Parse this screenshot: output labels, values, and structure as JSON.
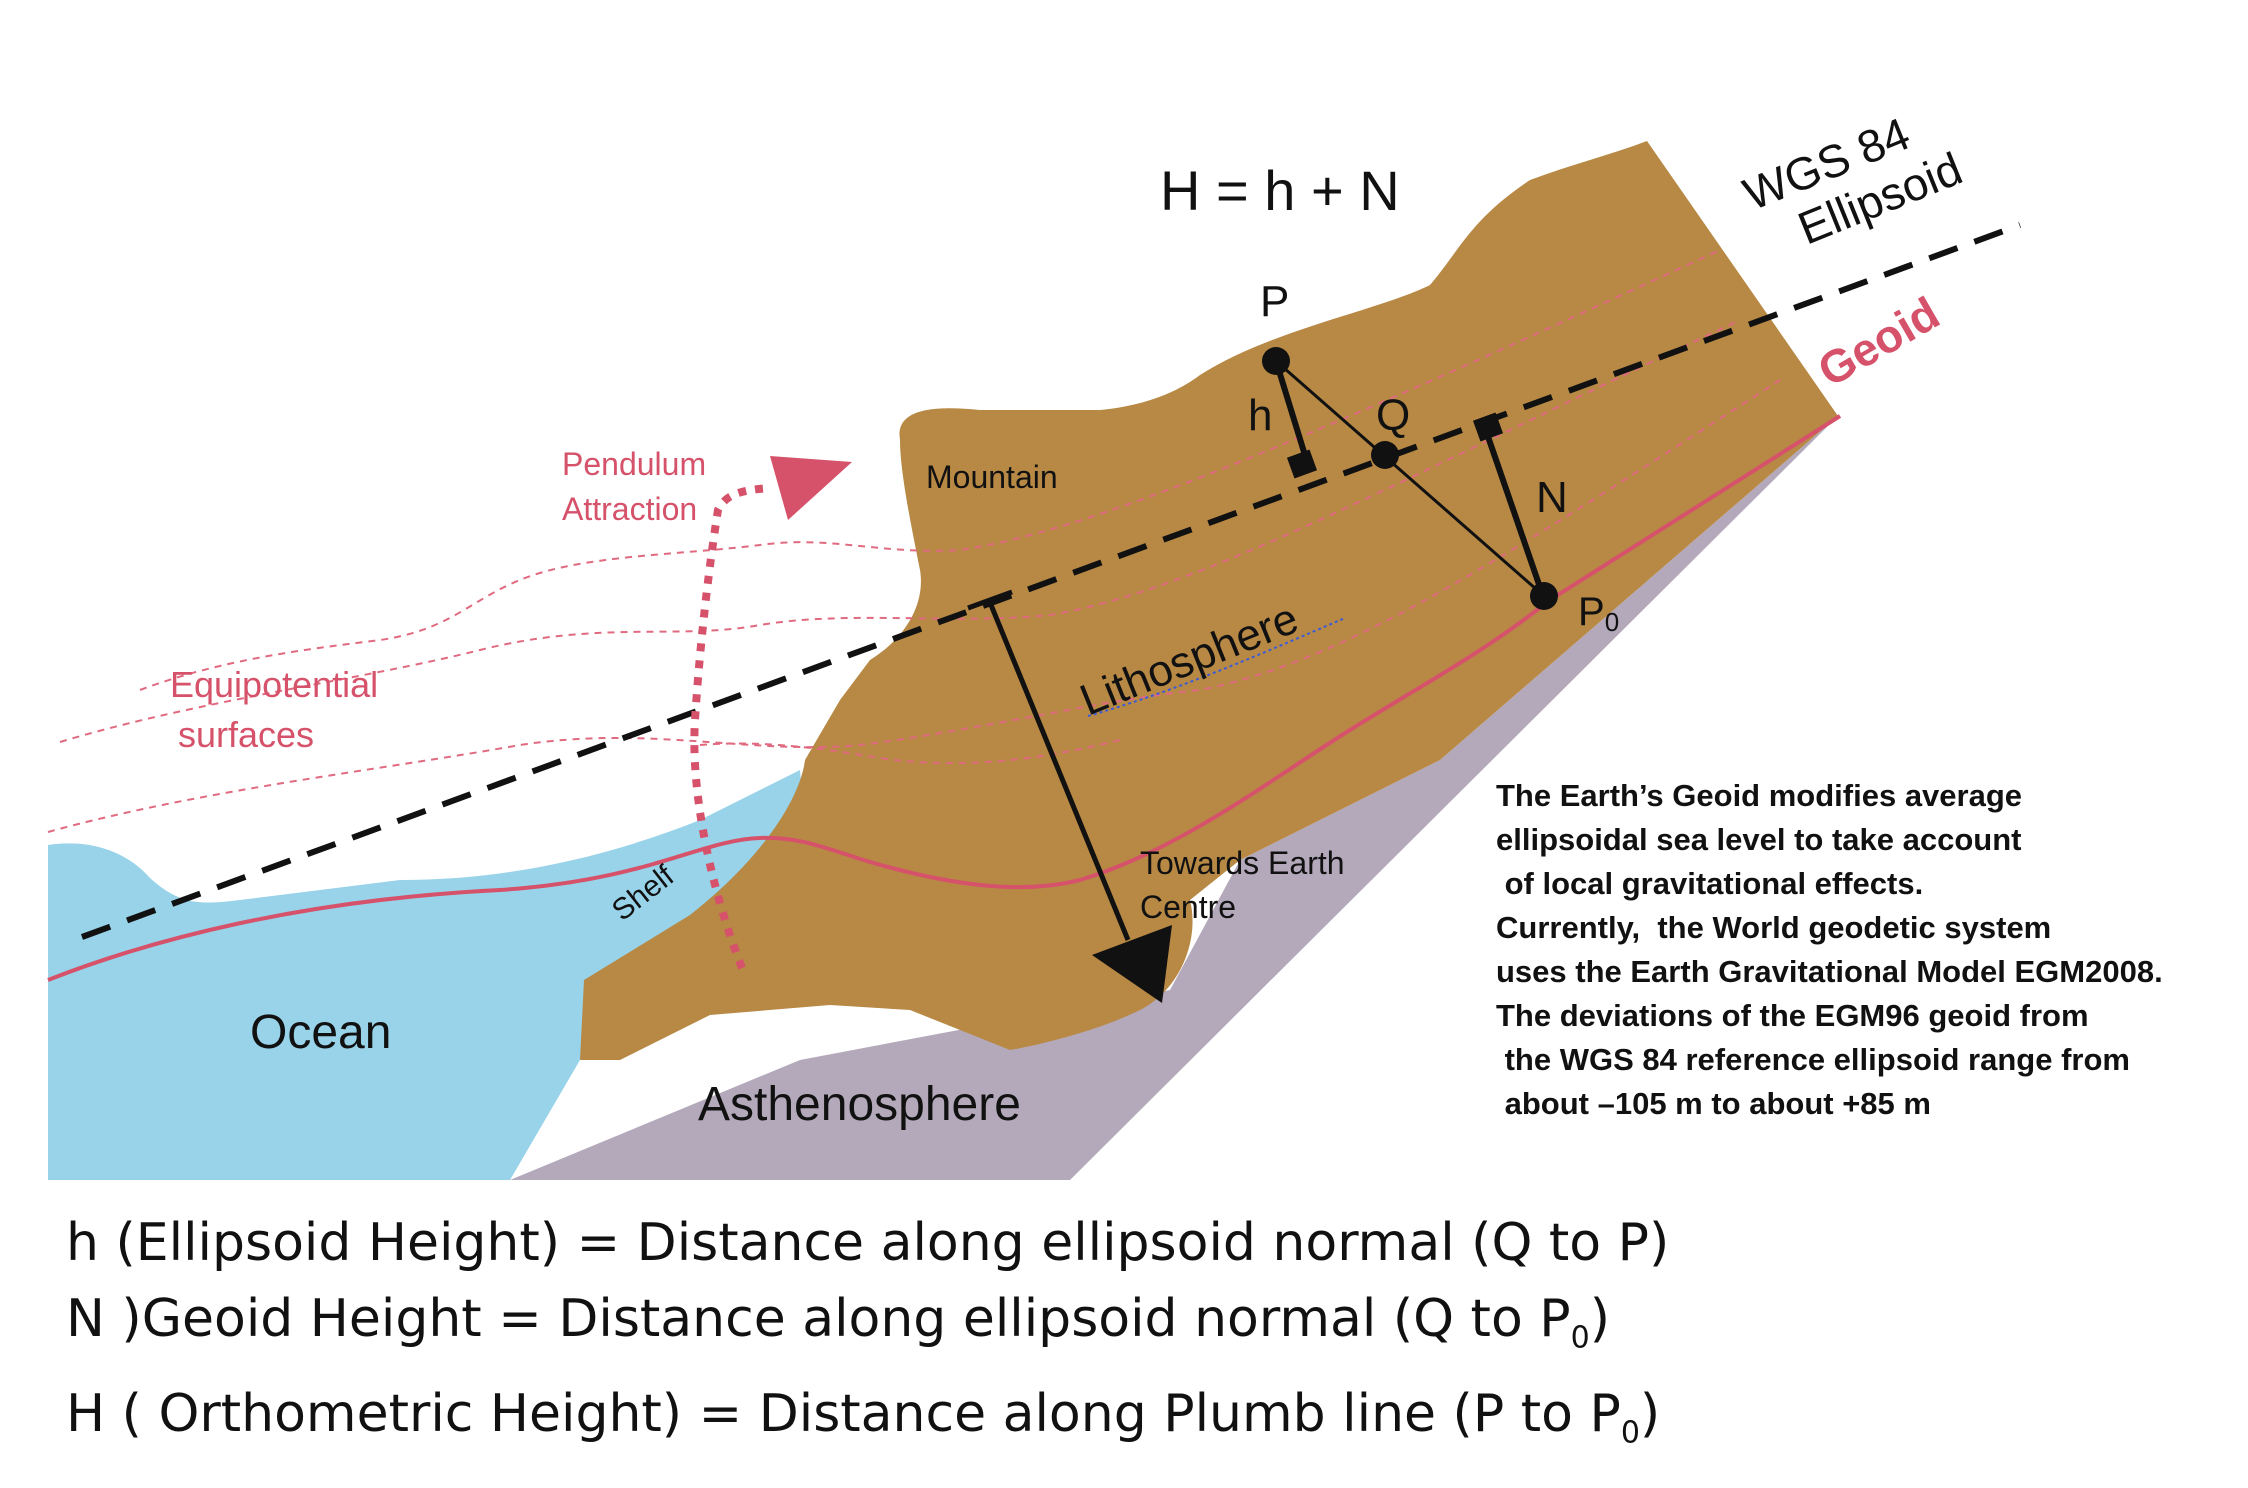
{
  "formula": "H = h + N",
  "points": {
    "P": "P",
    "Q": "Q",
    "P0": "P",
    "P0_sub": "0"
  },
  "measures": {
    "h": "h",
    "N": "N"
  },
  "labels": {
    "wgs84_line1": "WGS 84",
    "wgs84_line2": "Ellipsoid",
    "geoid": "Geoid",
    "mountain": "Mountain",
    "pendulum_line1": "Pendulum",
    "pendulum_line2": "Attraction",
    "lithosphere": "Lithosphere",
    "equipotential_line1": "Equipotential",
    "equipotential_line2": "surfaces",
    "towards_line1": "Towards Earth",
    "towards_line2": "Centre",
    "shelf": "Shelf",
    "ocean": "Ocean",
    "asthenosphere": "Asthenosphere"
  },
  "note": [
    "The Earth’s Geoid modifies average",
    "ellipsoidal sea level to take account",
    " of local gravitational effects.",
    "Currently,  the World geodetic system",
    "uses the Earth Gravitational Model EGM2008.",
    "The deviations of the EGM96 geoid from",
    " the WGS 84 reference ellipsoid range from",
    " about –105 m to about +85 m"
  ],
  "legend": {
    "line1": "h (Ellipsoid Height) = Distance along ellipsoid normal (Q to P)",
    "line2_main": "N )Geoid Height = Distance along ellipsoid normal (Q to P",
    "line2_sub": "0",
    "line2_end": ")",
    "line3_main": "H ( Orthometric Height) = Distance along Plumb line (P to P",
    "line3_sub": "0",
    "line3_end": ")"
  },
  "colors": {
    "lithosphere": "#b78945",
    "ocean": "#99d3e9",
    "asthenosphere": "#b4a9bb",
    "geoid": "#d5526a",
    "equipotential": "#e06a80",
    "ellipsoid": "#111111"
  }
}
